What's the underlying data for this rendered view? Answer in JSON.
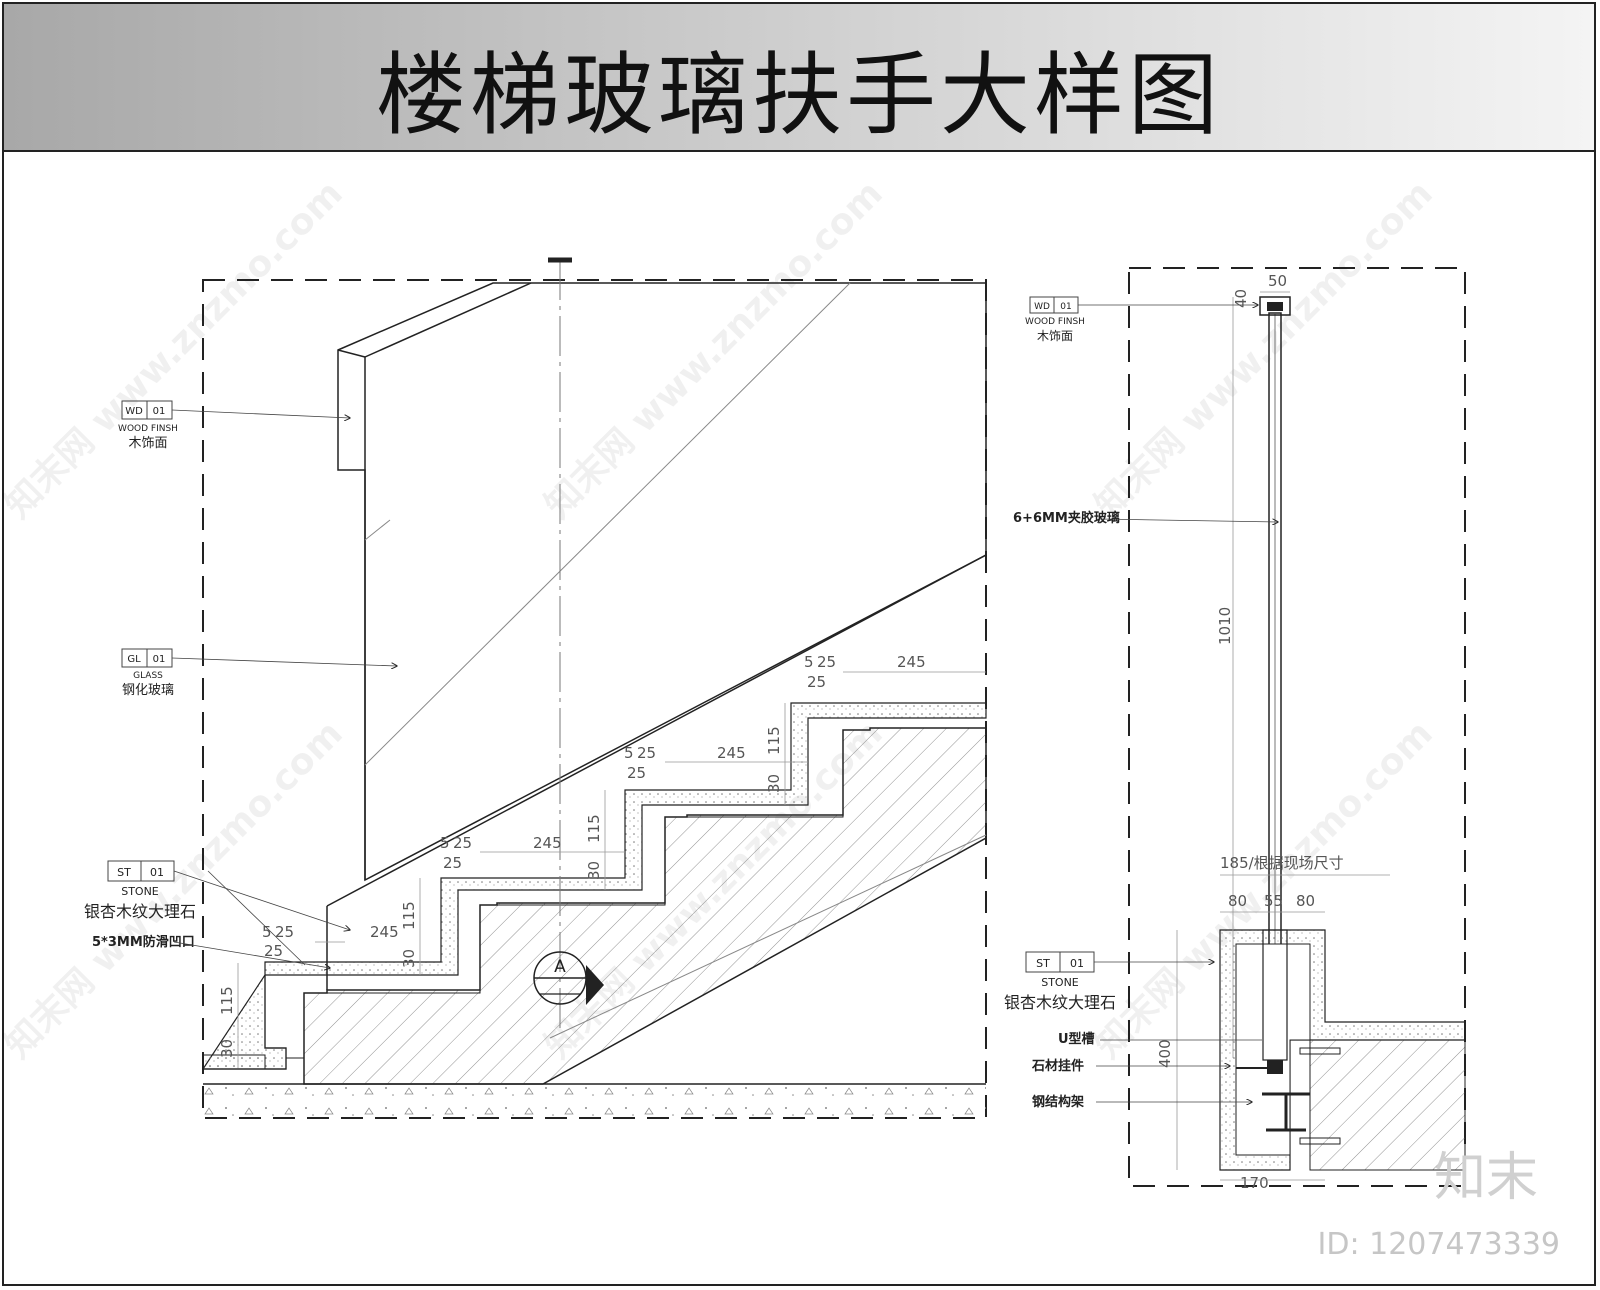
{
  "title": "楼梯玻璃扶手大样图",
  "left_view": {
    "tags": [
      {
        "code": "WD",
        "num": "01",
        "en": "WOOD FINSH",
        "cn": "木饰面"
      },
      {
        "code": "GL",
        "num": "01",
        "en": "GLASS",
        "cn": "钢化玻璃"
      },
      {
        "code": "ST",
        "num": "01",
        "en": "STONE",
        "cn": "银杏木纹大理石"
      }
    ],
    "note_antislip": "5*3MM防滑凹口",
    "section_mark": "A",
    "dims": {
      "tread": "245",
      "riser": "115",
      "d5": "5",
      "d25": "25",
      "d30": "30"
    }
  },
  "right_view": {
    "tags": [
      {
        "code": "WD",
        "num": "01",
        "en": "WOOD FINSH",
        "cn": "木饰面"
      },
      {
        "code": "ST",
        "num": "01",
        "en": "STONE",
        "cn": "银杏木纹大理石"
      }
    ],
    "notes": {
      "glass": "6+6MM夹胶玻璃",
      "u_channel": "U型槽",
      "stone_hanger": "石材挂件",
      "steel_frame": "钢结构架",
      "site_dim": "185/根据现场尺寸"
    },
    "dims": {
      "d50": "50",
      "d40": "40",
      "d1010": "1010",
      "d80a": "80",
      "d55": "55",
      "d80b": "80",
      "d400": "400",
      "d170": "170"
    }
  },
  "watermark": "知末网 www.znzmo.com",
  "brand": "知末",
  "id_label": "ID: 1207473339"
}
